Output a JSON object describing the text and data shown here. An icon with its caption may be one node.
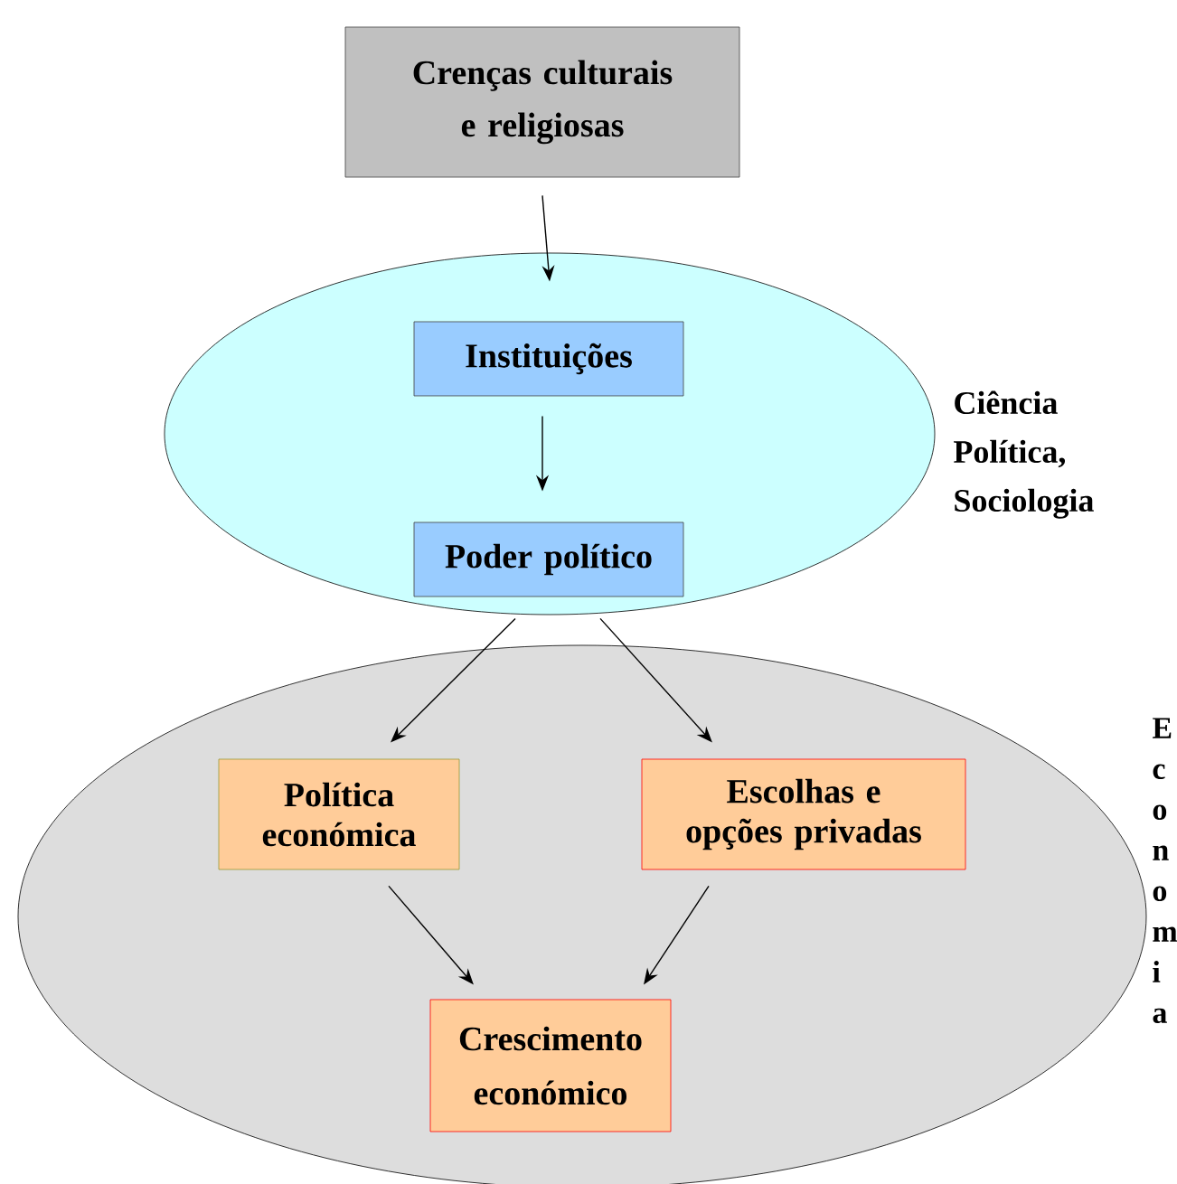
{
  "diagram": {
    "nodes": [
      {
        "text": [
          "Crenças culturais e religiosas"
        ]
      },
      {
        "text": [],
        "shape": "ellipse",
        "beside": [
          "Ciência Política, Sociologia"
        ]
      },
      {
        "text": [
          "Instituições"
        ],
        "in": 1
      },
      {
        "text": [
          "Poder político"
        ],
        "in": 1
      },
      {
        "text": [],
        "shape": "ellipse",
        "beside": [
          "Economia"
        ]
      },
      {
        "text": [
          "Política económica"
        ],
        "in": 4
      },
      {
        "text": [
          "Escolhas e opções privadas"
        ],
        "in": 4
      },
      {
        "text": [
          "Crescimento económico"
        ],
        "in": 4
      }
    ],
    "edges": [
      {
        "from": 0,
        "to": 1,
        "arrow": "to"
      },
      {
        "from": 2,
        "to": 3,
        "arrow": "to"
      },
      {
        "from": 3,
        "to": 5,
        "arrow": "to"
      },
      {
        "from": 3,
        "to": 6,
        "arrow": "to"
      },
      {
        "from": 5,
        "to": 7,
        "arrow": "to"
      },
      {
        "from": 6,
        "to": 7,
        "arrow": "to"
      }
    ]
  }
}
